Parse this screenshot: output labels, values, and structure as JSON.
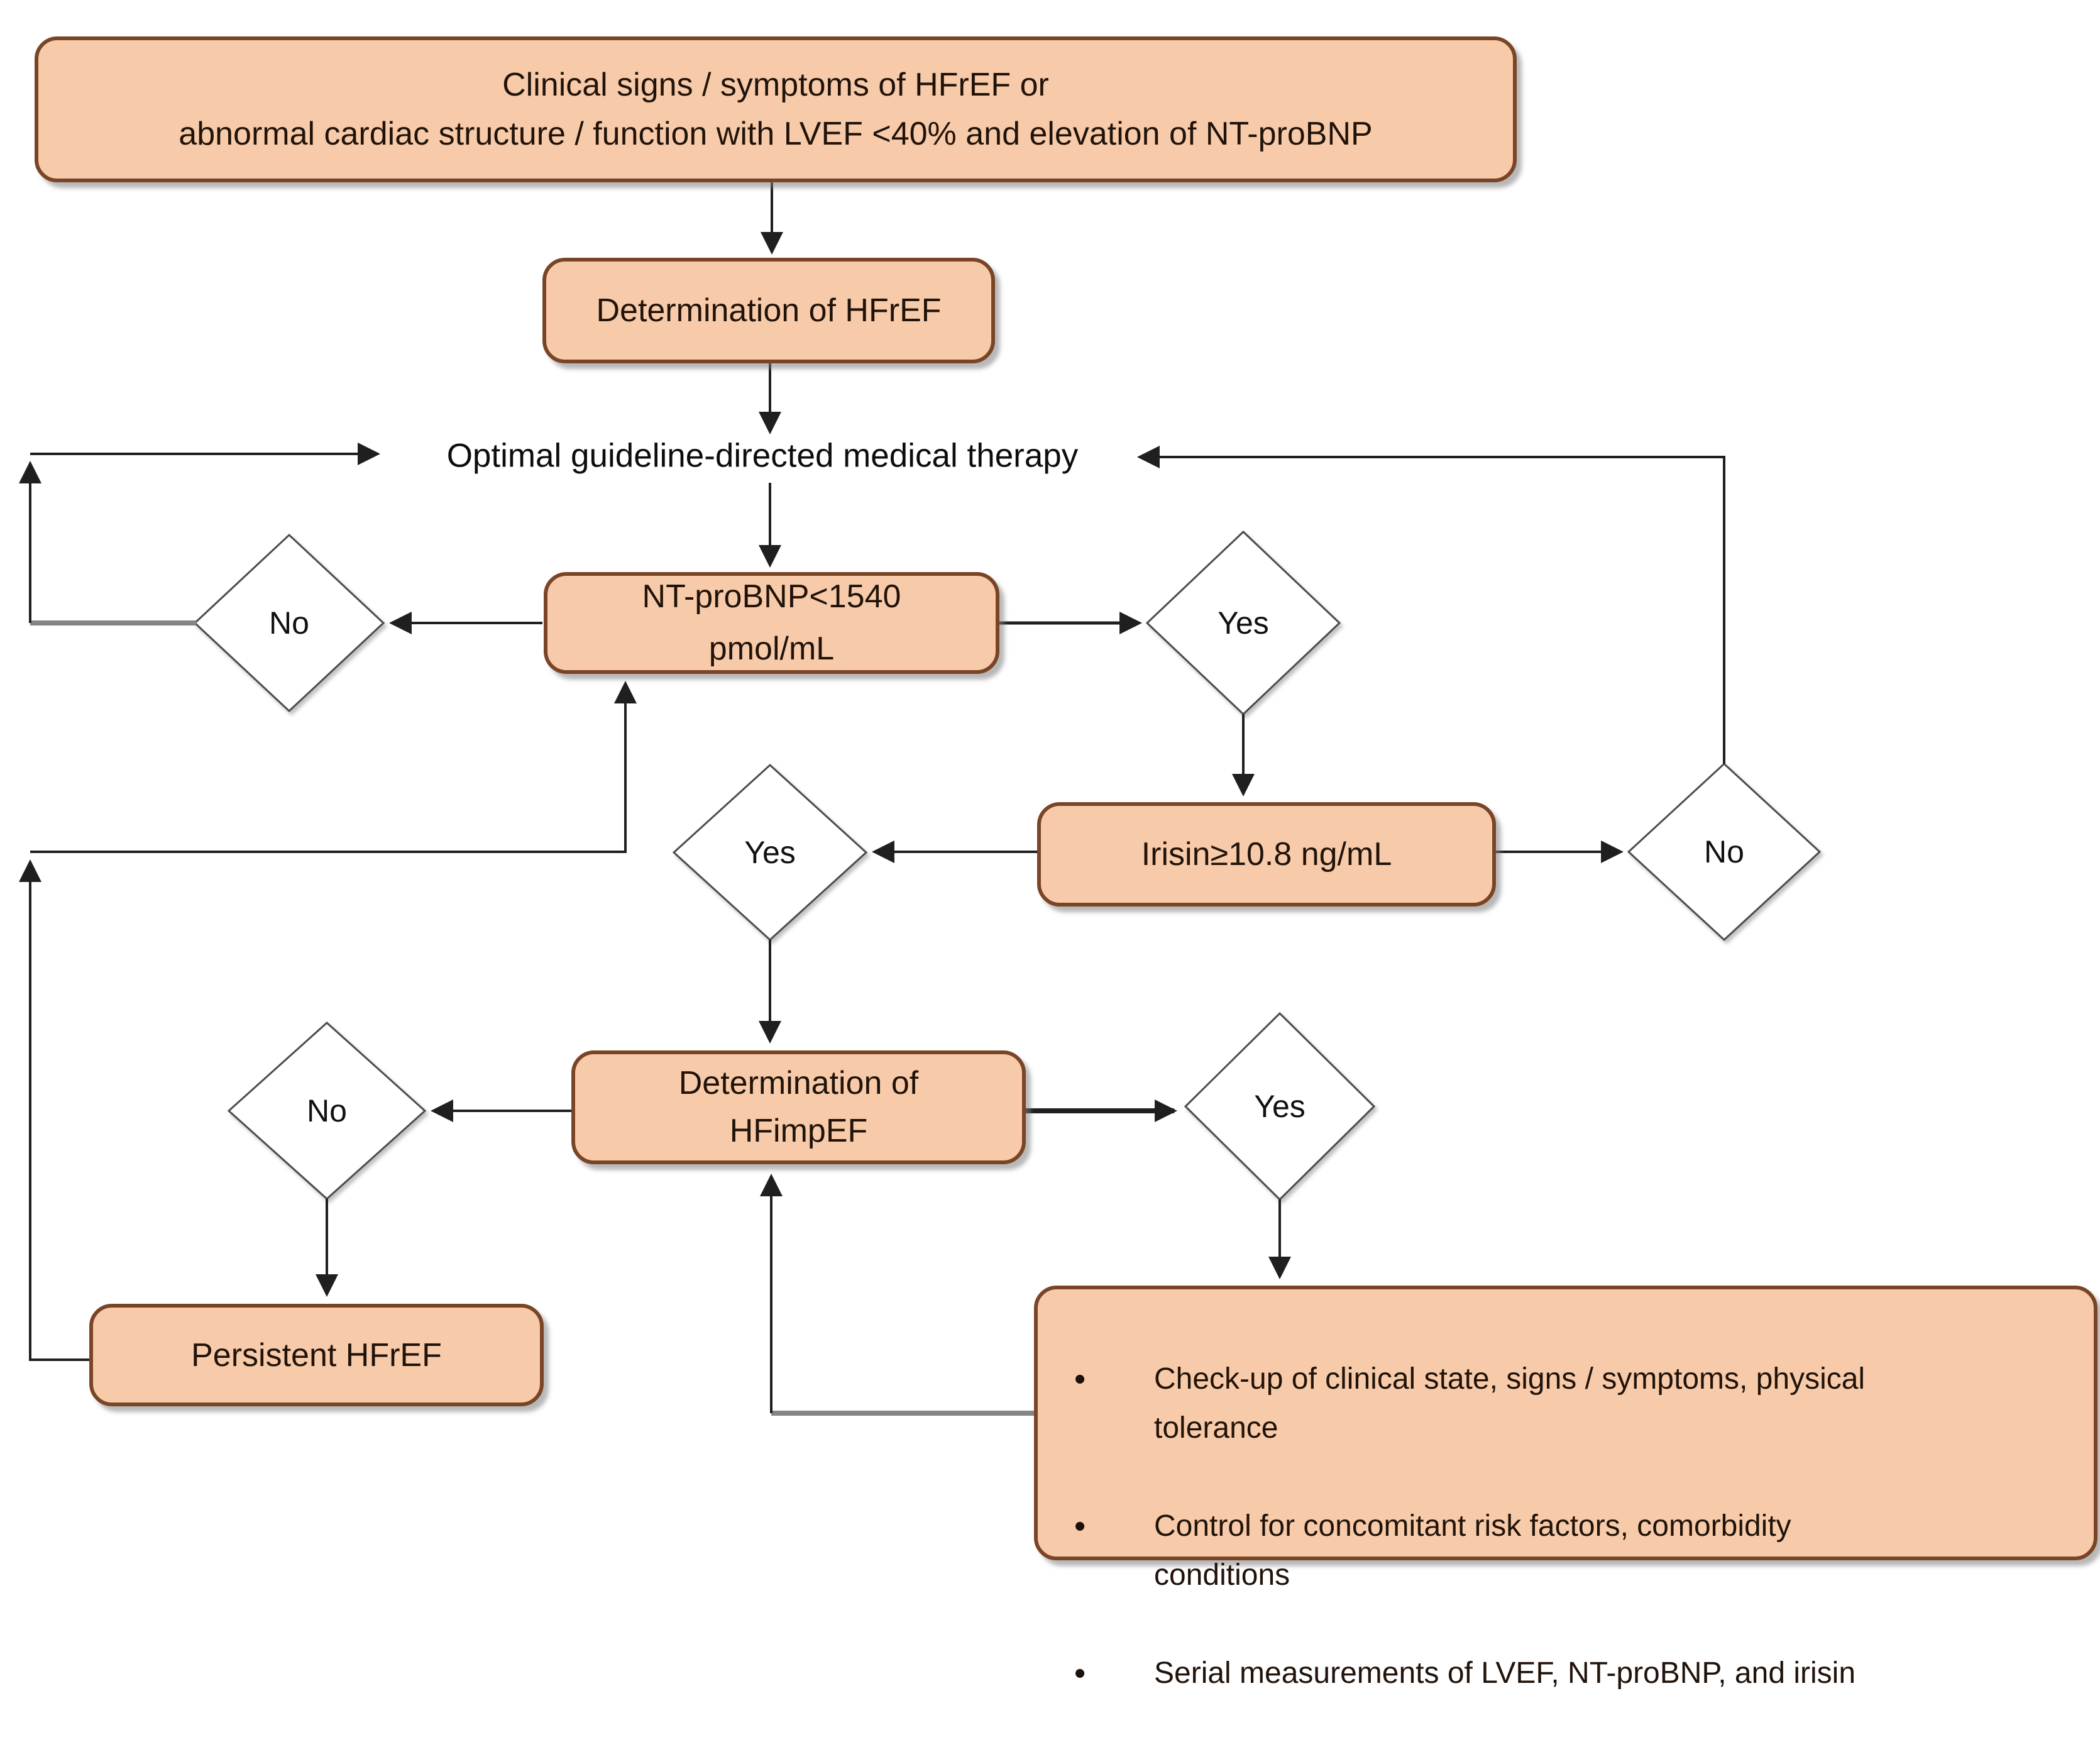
{
  "diagram": {
    "title_implied": "HFrEF / HFimpEF management flowchart",
    "colors": {
      "node_fill": "#f7cbaa",
      "node_border": "#7a4526",
      "line": "#1f1f1f",
      "gray_line": "#848484",
      "diamond_fill": "#ffffff",
      "diamond_border": "#4d4d4d",
      "text": "#211309",
      "background": "#ffffff"
    },
    "nodes": {
      "start": {
        "text": "Clinical signs / symptoms of HFrEF or\nabnormal cardiac structure / function with LVEF <40% and elevation of NT-proBNP"
      },
      "det_hfref": {
        "text": "Determination of HFrEF"
      },
      "optimal_therapy": {
        "text": "Optimal guideline-directed medical therapy"
      },
      "nt_probnp": {
        "text": "NT-proBNP<1540\npmol/mL"
      },
      "irisin": {
        "text": "Irisin≥10.8 ng/mL"
      },
      "det_hfimpef": {
        "text": "Determination of\nHFimpEF"
      },
      "persistent_hfref": {
        "text": "Persistent HFrEF"
      },
      "followup": {
        "bullets": [
          "Check-up of clinical state, signs / symptoms, physical\ntolerance",
          "Control for concomitant risk factors, comorbidity\nconditions",
          "Serial measurements of LVEF, NT-proBNP, and irisin"
        ]
      }
    },
    "decisions": {
      "no_left": {
        "label": "No"
      },
      "yes_right": {
        "label": "Yes"
      },
      "yes_mid": {
        "label": "Yes"
      },
      "no_right": {
        "label": "No"
      },
      "no_lower": {
        "label": "No"
      },
      "yes_lower": {
        "label": "Yes"
      }
    }
  }
}
